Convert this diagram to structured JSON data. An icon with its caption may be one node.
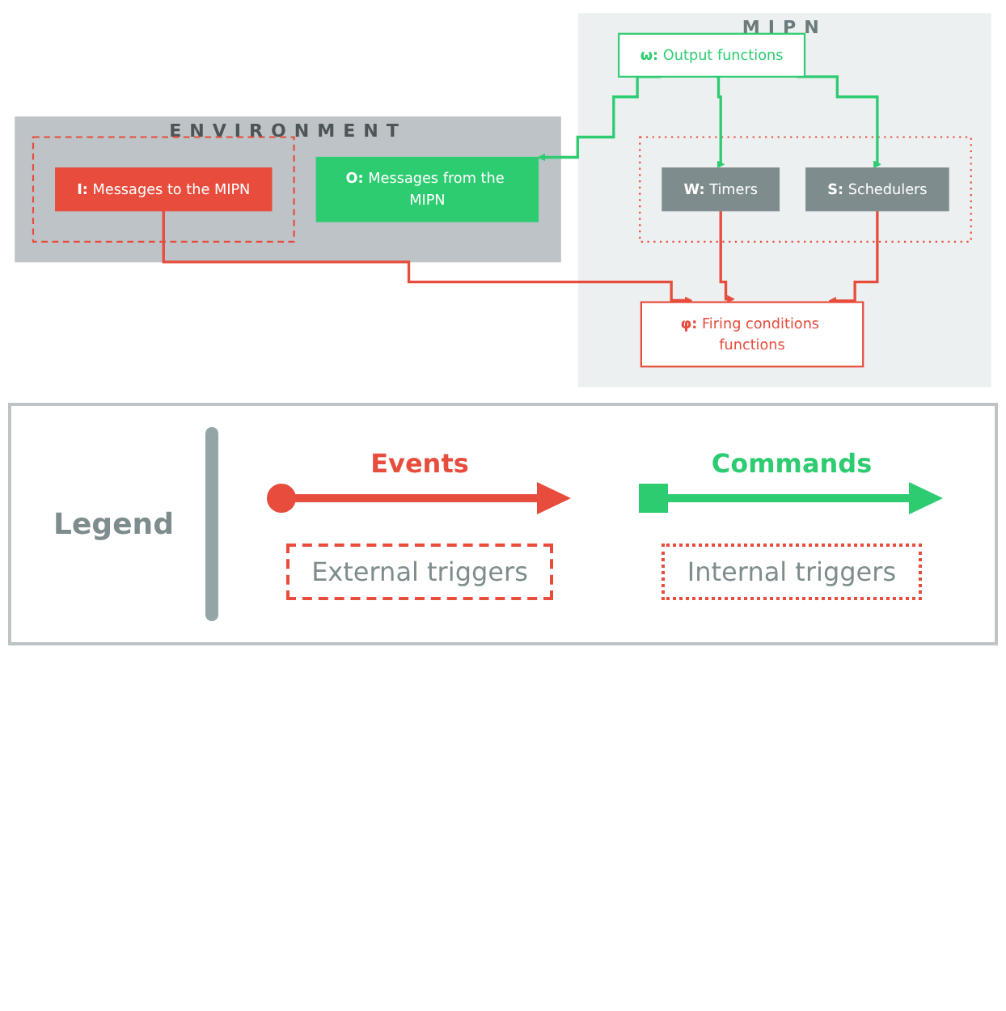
{
  "diagram": {
    "nodes": [
      {
        "text": [
          "ENVIRONMENT"
        ]
      },
      {
        "text": [],
        "shape": "box",
        "in": 0
      },
      {
        "text": [
          "**I:** Messages to the MIPN"
        ],
        "in": 1
      },
      {
        "text": [
          "**O:** Messages from the MIPN"
        ],
        "in": 0
      },
      {
        "text": [
          "MIPN"
        ]
      },
      {
        "text": [
          "**φ:** Firing conditions functions"
        ],
        "in": 4
      },
      {
        "text": [
          "**ω:** Output functions"
        ],
        "in": 4
      },
      {
        "text": [],
        "shape": "box",
        "in": 4
      },
      {
        "text": [
          "**W:** Timers"
        ],
        "in": 7
      },
      {
        "text": [
          "**S:** Schedulers"
        ],
        "in": 7
      }
    ],
    "edges": [
      {
        "from": 2,
        "to": 5,
        "arrow": "to",
        "color": "#e74c3c"
      },
      {
        "from": 6,
        "to": 3,
        "arrow": "to",
        "color": "#2ecc71"
      },
      {
        "from": 8,
        "to": 5,
        "arrow": "to",
        "color": "#e74c3c"
      },
      {
        "from": 9,
        "to": 5,
        "arrow": "to",
        "color": "#e74c3c"
      },
      {
        "from": 6,
        "to": 8,
        "arrow": "to",
        "color": "#2ecc71"
      },
      {
        "from": 6,
        "to": 9,
        "arrow": "to",
        "color": "#2ecc71"
      }
    ],
    "labels": [
      "Legend"
    ],
    "legend": [
      {
        "text": "Events"
      },
      {
        "text": "Commands"
      },
      {
        "text": "External triggers"
      },
      {
        "text": "Internal triggers"
      }
    ]
  }
}
